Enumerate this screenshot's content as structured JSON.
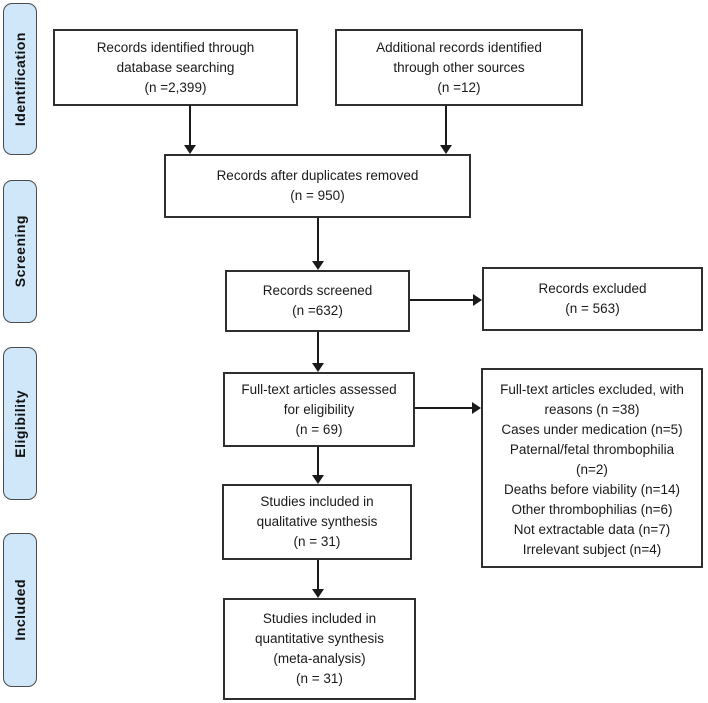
{
  "colors": {
    "stage_fill": "#cfe7f8",
    "stage_border": "#4a4a4a",
    "node_border": "#2f2f2f",
    "arrow": "#1a1a1a",
    "text": "#1a1a1a"
  },
  "stages": {
    "identification": {
      "label": "Identification"
    },
    "screening": {
      "label": "Screening"
    },
    "eligibility": {
      "label": "Eligibility"
    },
    "included": {
      "label": "Included"
    }
  },
  "nodes": {
    "records_identified": {
      "lines": [
        "Records identified through",
        "database searching",
        "(n =2,399)"
      ]
    },
    "additional_records": {
      "lines": [
        "Additional records identified",
        "through other sources",
        "(n =12)"
      ]
    },
    "duplicates_removed": {
      "lines": [
        "Records after duplicates removed",
        "(n = 950)"
      ]
    },
    "records_screened": {
      "lines": [
        "Records screened",
        "(n =632)"
      ]
    },
    "records_excluded": {
      "lines": [
        "Records excluded",
        "(n = 563)"
      ]
    },
    "fulltext_assessed": {
      "lines": [
        "Full-text articles assessed",
        "for eligibility",
        "(n = 69)"
      ]
    },
    "fulltext_excluded": {
      "lines": [
        "Full-text articles excluded, with",
        "reasons (n =38)",
        "Cases under medication (n=5)",
        "Paternal/fetal thrombophilia",
        "(n=2)",
        "Deaths before viability (n=14)",
        "Other thrombophilias (n=6)",
        "Not extractable data (n=7)",
        "Irrelevant subject (n=4)"
      ]
    },
    "qualitative_synthesis": {
      "lines": [
        "Studies included in",
        "qualitative synthesis",
        "(n = 31)"
      ]
    },
    "quantitative_synthesis": {
      "lines": [
        "Studies included in",
        "quantitative synthesis",
        "(meta-analysis)",
        "(n = 31)"
      ]
    }
  }
}
